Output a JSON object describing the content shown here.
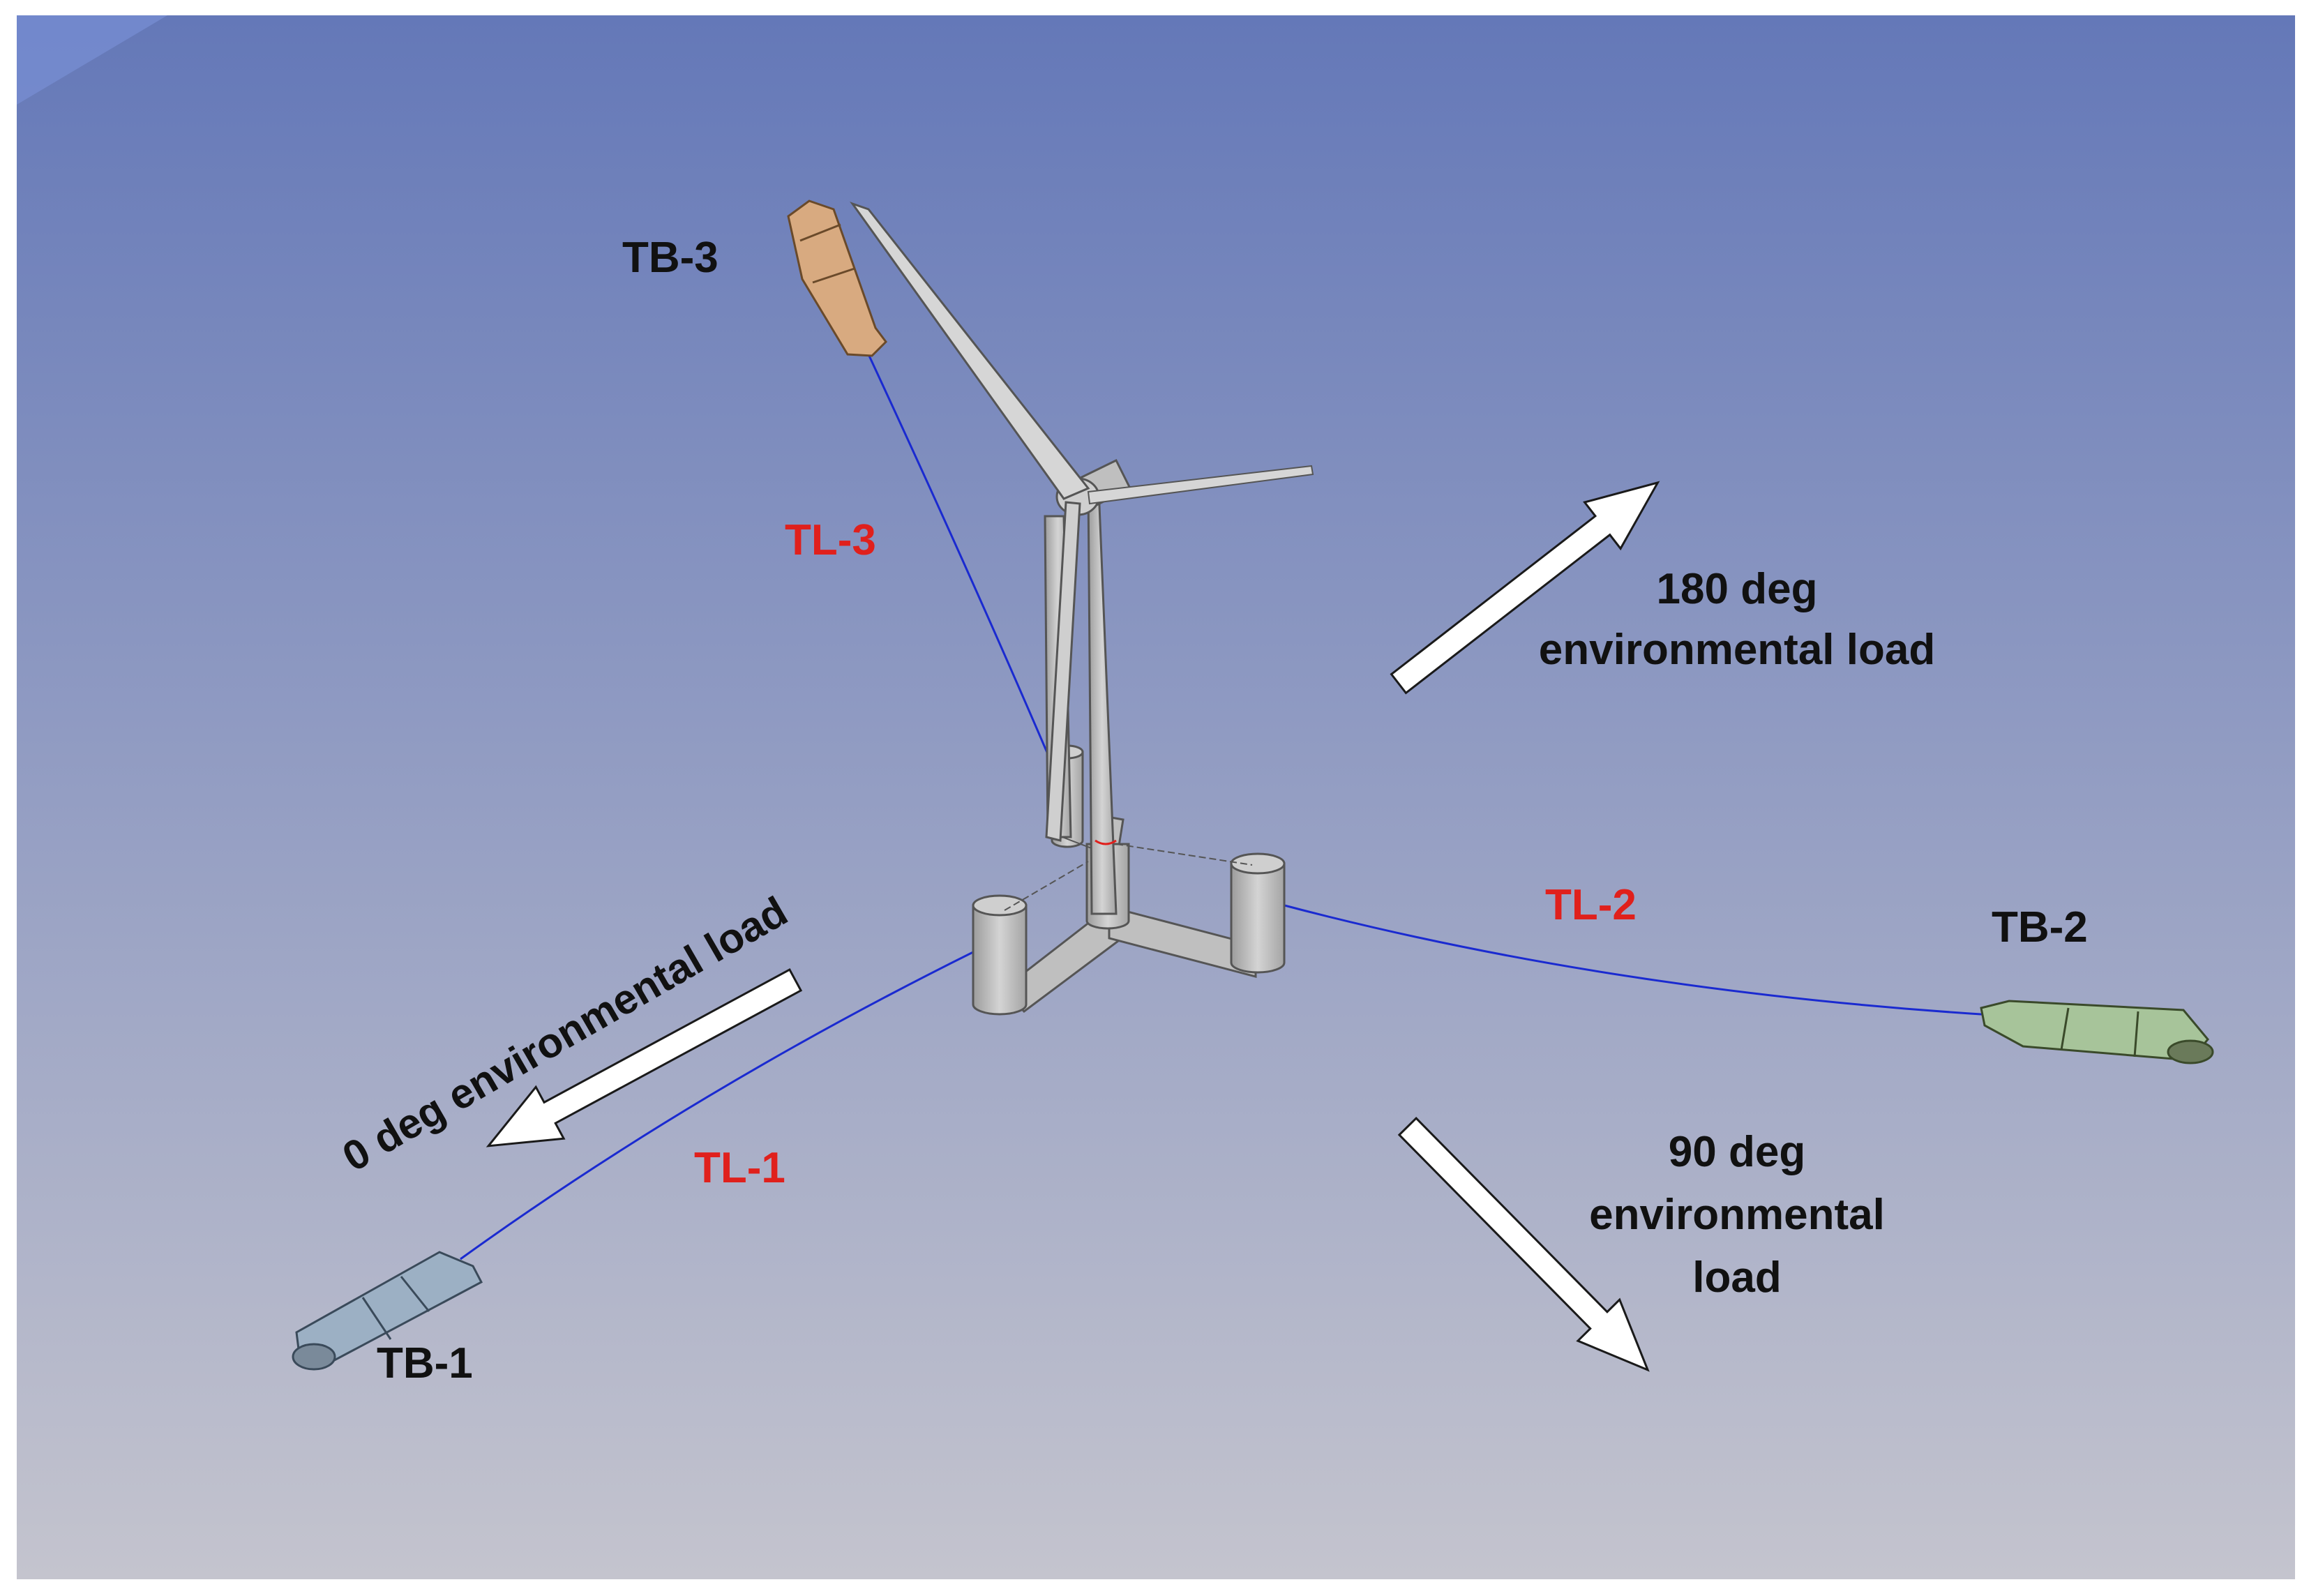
{
  "labels": {
    "tb1": "TB-1",
    "tb2": "TB-2",
    "tb3": "TB-3",
    "tl1": "TL-1",
    "tl2": "TL-2",
    "tl3": "TL-3",
    "load0": "0 deg environmental load",
    "load90_l1": "90 deg",
    "load90_l2": "environmental",
    "load90_l3": "load",
    "load180_l1": "180 deg",
    "load180_l2": "environmental load"
  },
  "colors": {
    "sky_top": "#6478b8",
    "sky_bottom": "#c4c4ce",
    "line_label": "#e0201c",
    "text": "#111111",
    "tether": "#1a2ad0",
    "tb1_fill": "#9cb0c4",
    "tb2_fill": "#a7c49a",
    "tb3_fill": "#d8aa80",
    "platform": "#bfbfbf"
  }
}
